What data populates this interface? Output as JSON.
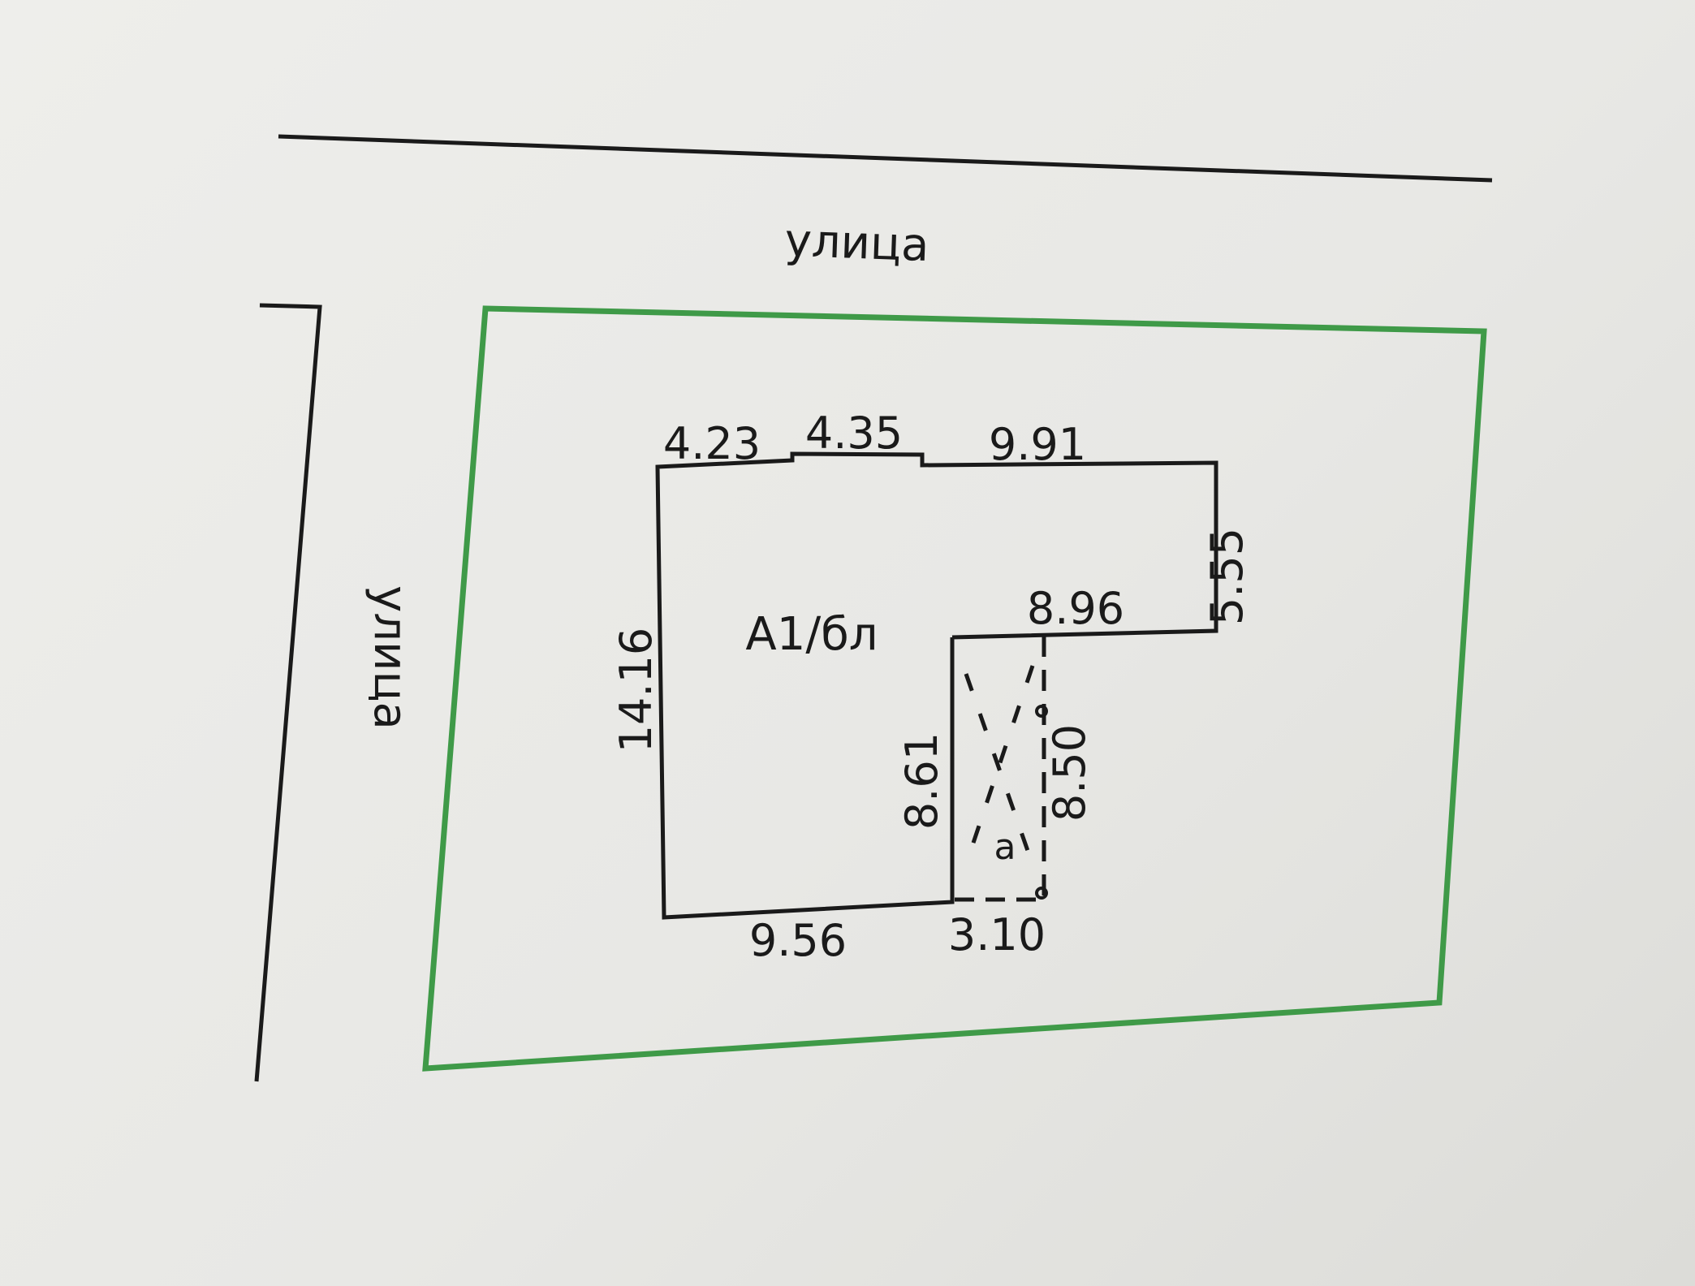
{
  "streets": {
    "top": "улица",
    "left": "улица"
  },
  "building": {
    "code": "А1/бл"
  },
  "annex": {
    "letter": "а"
  },
  "dimensions": {
    "top_left": "4.23",
    "top_mid": "4.35",
    "top_right": "9.91",
    "right_side": "5.55",
    "inner_top": "8.96",
    "left_side": "14.16",
    "inner_left": "8.61",
    "annex_right": "8.50",
    "bottom_left": "9.56",
    "bottom_annex": "3.10"
  },
  "colors": {
    "parcel_boundary": "#3f9a48",
    "lines": "#1a1a1a"
  }
}
